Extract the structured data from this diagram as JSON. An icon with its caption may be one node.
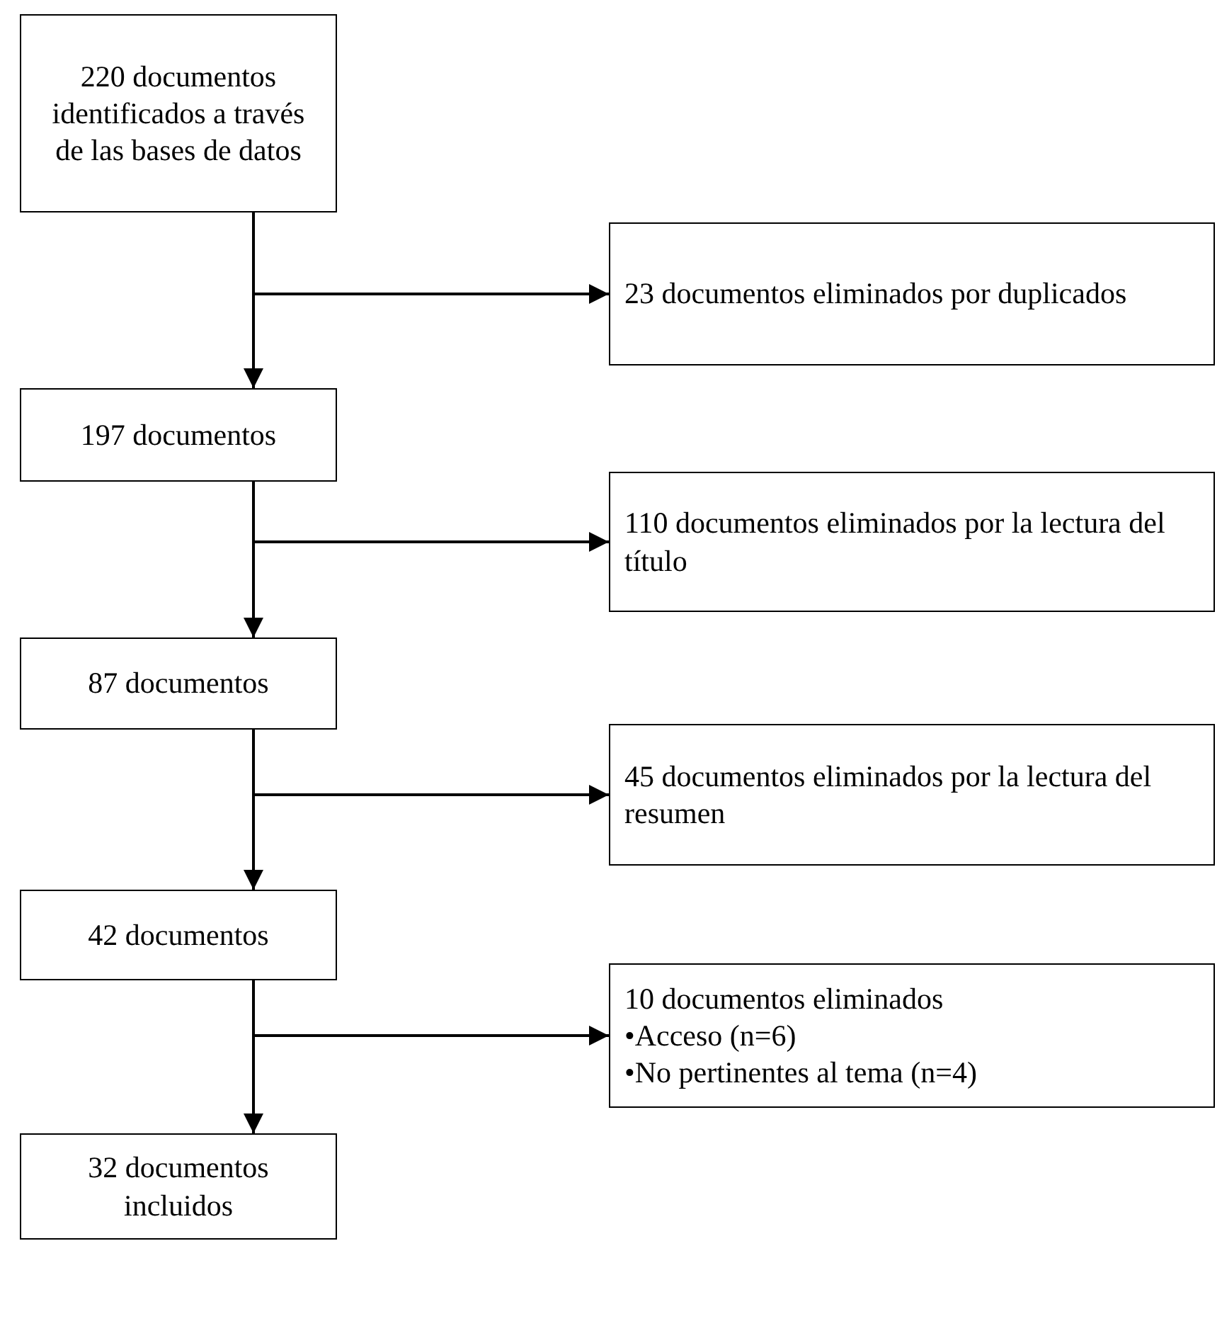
{
  "diagram": {
    "nodes": [
      {
        "text": [
          "220 documentos identificados a través de las bases de datos"
        ]
      },
      {
        "text": [
          "23 documentos eliminados por duplicados"
        ]
      },
      {
        "text": [
          "197 documentos"
        ]
      },
      {
        "text": [
          "110 documentos eliminados por la lectura del título"
        ]
      },
      {
        "text": [
          "87 documentos"
        ]
      },
      {
        "text": [
          "45 documentos eliminados por la lectura del resumen"
        ]
      },
      {
        "text": [
          "42 documentos"
        ]
      },
      {
        "text": [
          "10 documentos eliminados",
          "•Acceso (n=6)",
          "•No pertinentes al tema (n=4)"
        ]
      },
      {
        "text": [
          "32 documentos incluidos"
        ]
      }
    ],
    "edges": [
      {
        "from": 0,
        "to": 2,
        "arrow": "to"
      },
      {
        "from": 0,
        "to": 1,
        "arrow": "to"
      },
      {
        "from": 2,
        "to": 4,
        "arrow": "to"
      },
      {
        "from": 2,
        "to": 3,
        "arrow": "to"
      },
      {
        "from": 4,
        "to": 6,
        "arrow": "to"
      },
      {
        "from": 4,
        "to": 5,
        "arrow": "to"
      },
      {
        "from": 6,
        "to": 8,
        "arrow": "to"
      },
      {
        "from": 6,
        "to": 7,
        "arrow": "to"
      }
    ]
  }
}
